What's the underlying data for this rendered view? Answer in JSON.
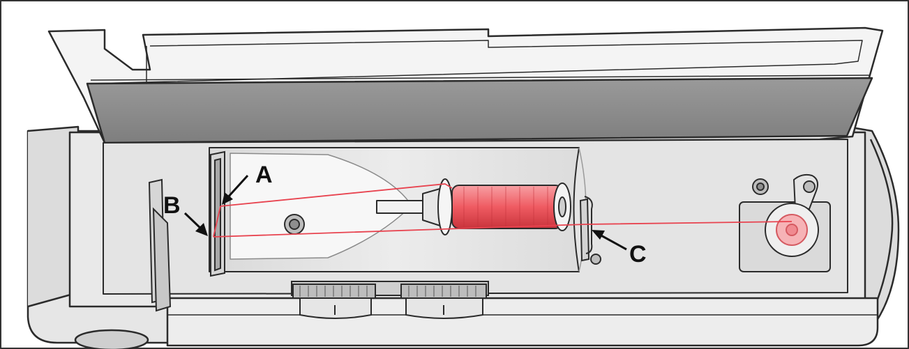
{
  "diagram": {
    "callouts": [
      {
        "id": "A",
        "label": "A"
      },
      {
        "id": "B",
        "label": "B"
      },
      {
        "id": "C",
        "label": "C"
      }
    ]
  },
  "colors": {
    "thread": "#e8434f",
    "spool": "#ef5b62",
    "body": "#e9e9e9",
    "body_shade": "#cfcfcf",
    "lid": "#8a8a8a",
    "outline": "#2b2b2b",
    "label": "#111111",
    "background": "#ffffff"
  }
}
